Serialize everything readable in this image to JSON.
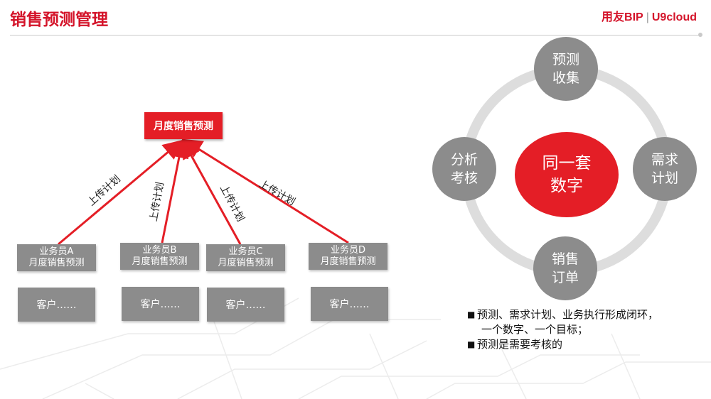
{
  "header": {
    "title": "销售预测管理",
    "brand_main": "用友BIP",
    "brand_sep": "|",
    "brand_sub": "U9cloud"
  },
  "left_diagram": {
    "top_box": "月度销售预测",
    "arrow_label": "上传计划",
    "salespeople": [
      {
        "name": "业务员A",
        "desc": "月度销售预测",
        "customer": "客户……"
      },
      {
        "name": "业务员B",
        "desc": "月度销售预测",
        "customer": "客户……"
      },
      {
        "name": "业务员C",
        "desc": "月度销售预测",
        "customer": "客户……"
      },
      {
        "name": "业务员D",
        "desc": "月度销售预测",
        "customer": "客户……"
      }
    ]
  },
  "cycle": {
    "center": {
      "line1": "同一套",
      "line2": "数字"
    },
    "top": {
      "line1": "预测",
      "line2": "收集"
    },
    "right": {
      "line1": "需求",
      "line2": "计划"
    },
    "bottom": {
      "line1": "销售",
      "line2": "订单"
    },
    "left": {
      "line1": "分析",
      "line2": "考核"
    }
  },
  "bullets": [
    {
      "marker": "■",
      "text": "预测、需求计划、业务执行形成闭环，"
    },
    {
      "marker": "",
      "text": "一个数字、一个目标；"
    },
    {
      "marker": "■",
      "text": "预测是需要考核的"
    }
  ],
  "colors": {
    "accent": "#e41e26",
    "node_gray": "#8c8c8c",
    "ring_gray": "#dddddd"
  }
}
